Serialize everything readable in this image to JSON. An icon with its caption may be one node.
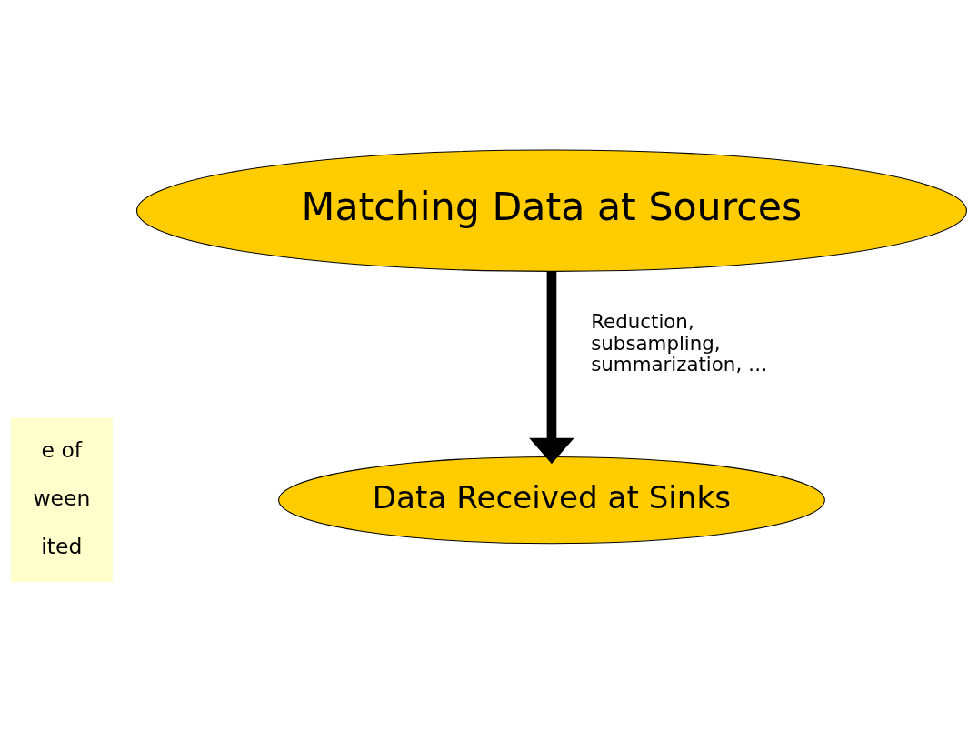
{
  "diagram": {
    "nodes": [
      {
        "text": [
          "Matching Data at Sources"
        ]
      },
      {
        "text": [
          "e of",
          "ween",
          "ited"
        ]
      },
      {
        "text": [
          "Data Received at Sinks"
        ]
      }
    ],
    "edges": [
      {
        "from": 0,
        "to": 2,
        "arrow": "to",
        "label": "Reduction, subsampling, summarization, …"
      }
    ]
  }
}
